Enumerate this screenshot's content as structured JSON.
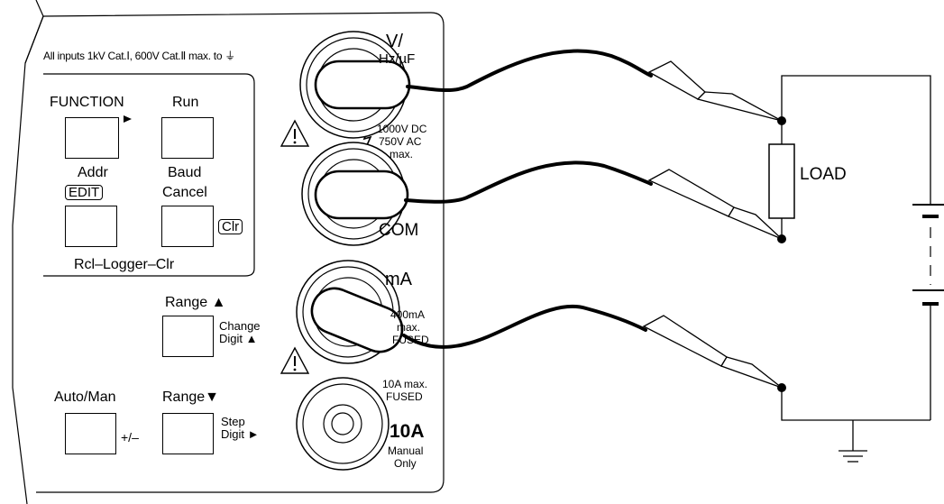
{
  "inputs_note": "All inputs 1kV Cat.Ⅰ, 600V Cat.Ⅱ max. to ⏚",
  "buttons": {
    "function": {
      "top": "FUNCTION",
      "bottom": "Addr"
    },
    "run": {
      "top": "Run",
      "bottom": "Baud"
    },
    "edit": {
      "top": "EDIT"
    },
    "cancel": {
      "top": "Cancel",
      "side": "Clr"
    },
    "rcl_logger": "Rcl–Logger–Clr",
    "range_up": {
      "top": "Range ▲",
      "side_line1": "Change",
      "side_line2": "Digit ▲"
    },
    "auto_man": {
      "top": "Auto/Man",
      "side": "+/–"
    },
    "range_down": {
      "top": "Range▼",
      "side_line1": "Step",
      "side_line2": "Digit ►"
    }
  },
  "terminals": {
    "v": {
      "label_line1": "V/",
      "label_line2": "Hz/µF",
      "rating_line1": "1000V DC",
      "rating_line2": "750V AC",
      "rating_line3": "max."
    },
    "com": {
      "label": "COM"
    },
    "ma": {
      "label": "mA",
      "rating_line1": "400mA",
      "rating_line2": "max.",
      "rating_line3": "FUSED"
    },
    "a10": {
      "rating_line1": "10A max.",
      "rating_line2": "FUSED",
      "label": "10A",
      "note_line1": "Manual",
      "note_line2": "Only"
    }
  },
  "circuit": {
    "load_label": "LOAD"
  },
  "icons": {
    "warning": "warning-triangle-icon",
    "high_voltage": "lightning-icon",
    "ground": "ground-icon",
    "arrow": "right-arrow-icon"
  }
}
